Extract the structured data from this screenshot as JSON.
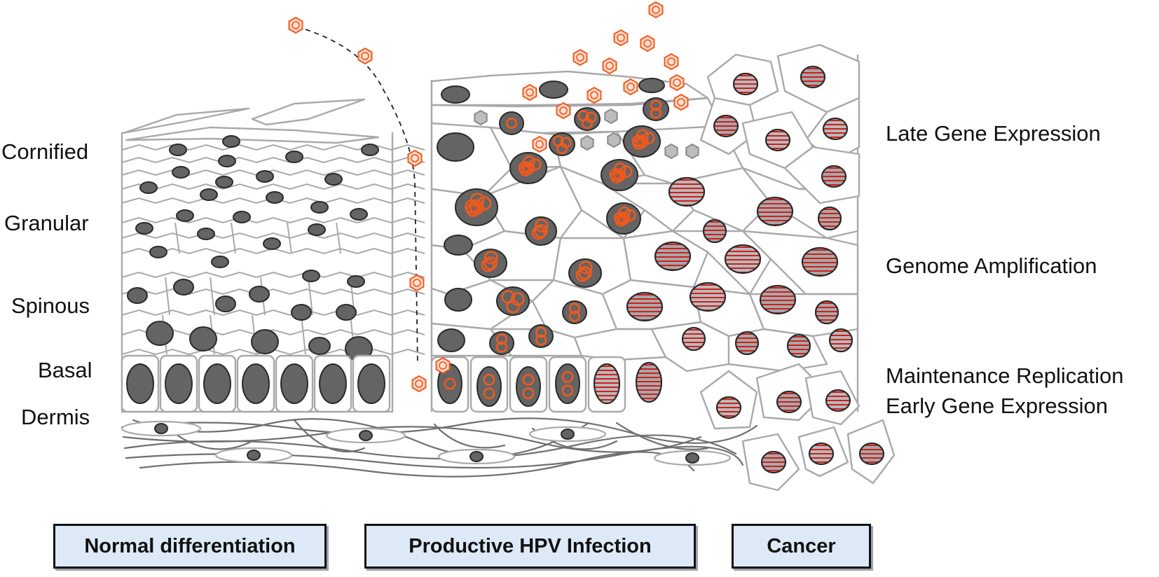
{
  "layers": {
    "cornified": "Cornified",
    "granular": "Granular",
    "spinous": "Spinous",
    "basal": "Basal",
    "dermis": "Dermis"
  },
  "stages": {
    "late": "Late Gene Expression",
    "amplification": "Genome Amplification",
    "maintenance": "Maintenance Replication",
    "early": "Early Gene Expression"
  },
  "panels": {
    "normal": "Normal differentiation",
    "productive": "Productive HPV Infection",
    "cancer": "Cancer"
  },
  "colors": {
    "cell_outline": "#a9a9a9",
    "nucleus": "#646464",
    "virus": "#f05a1e",
    "cancer_stripe": "#d01e1e",
    "panel_fill": "#dde9f6"
  }
}
